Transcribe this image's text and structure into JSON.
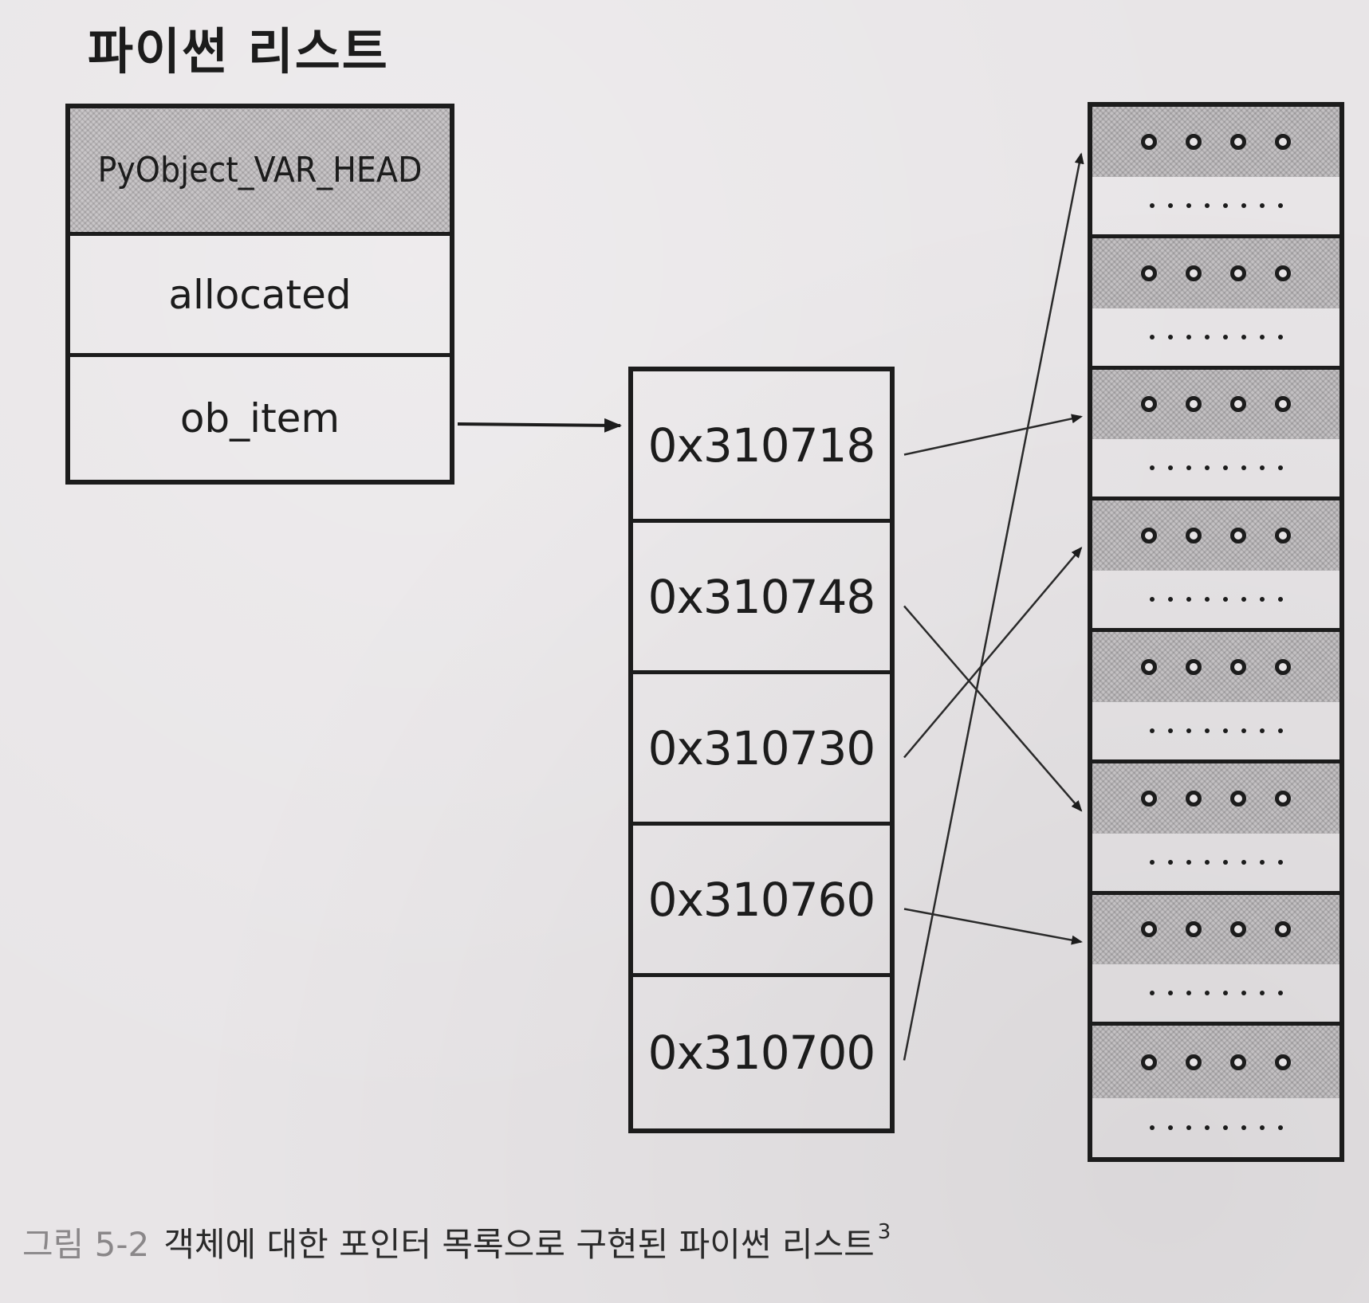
{
  "title": "파이썬 리스트",
  "struct": {
    "fields": [
      "PyObject_VAR_HEAD",
      "allocated",
      "ob_item"
    ]
  },
  "pointers": [
    "0x310718",
    "0x310748",
    "0x310730",
    "0x310760",
    "0x310700"
  ],
  "objects": {
    "count": 8,
    "rings_per_block": 4,
    "dots_per_block": 8
  },
  "pointer_targets": [
    {
      "from": "0x310718",
      "to_object": 3
    },
    {
      "from": "0x310748",
      "to_object": 6
    },
    {
      "from": "0x310730",
      "to_object": 4
    },
    {
      "from": "0x310760",
      "to_object": 7
    },
    {
      "from": "0x310700",
      "to_object": 1
    }
  ],
  "caption": {
    "figure_number": "그림 5-2",
    "text": "객체에 대한 포인터 목록으로 구현된 파이썬 리스트",
    "footnote": "3"
  },
  "colors": {
    "ink": "#1c1c1c",
    "paper": "#e8e5e7",
    "hatch": "#c4c1c3"
  }
}
